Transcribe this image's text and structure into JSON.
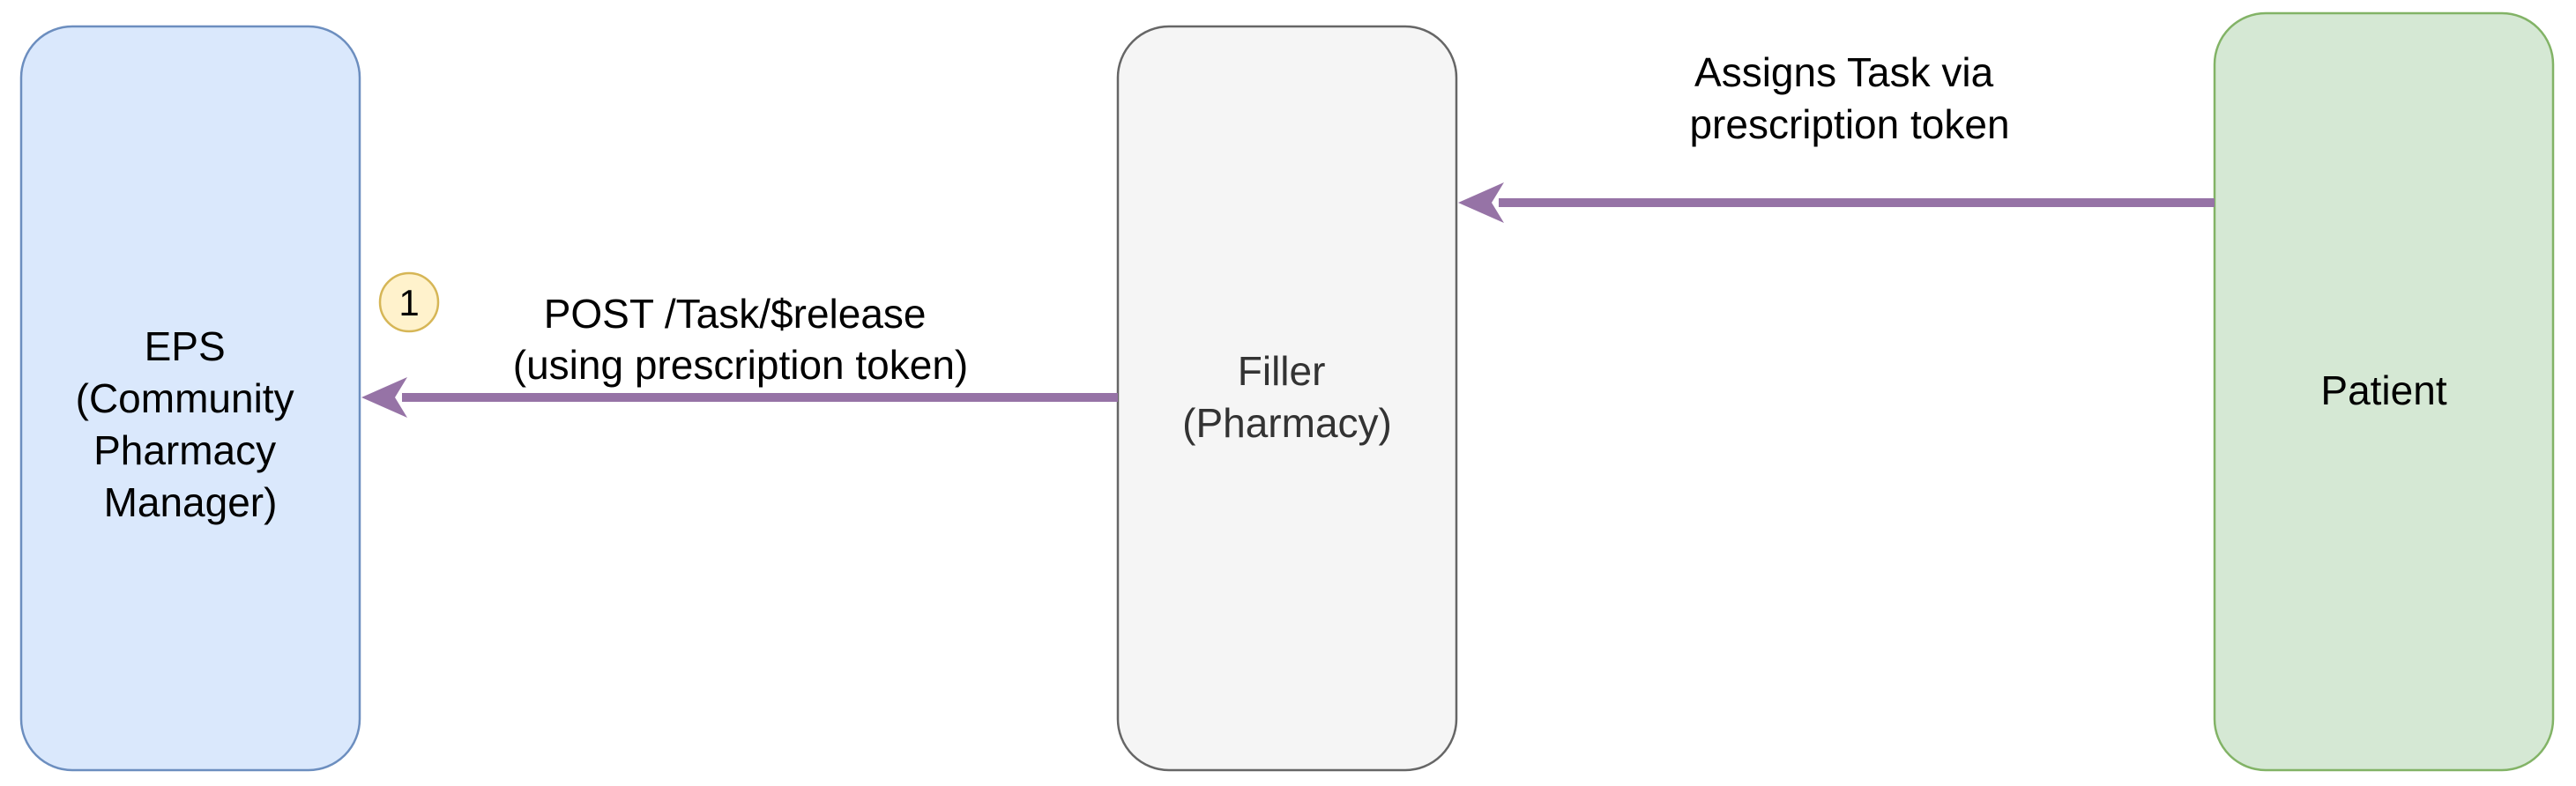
{
  "diagram": {
    "nodes": {
      "eps": {
        "label_lines": [
          "EPS",
          "(Community",
          "Pharmacy",
          "Manager)"
        ],
        "fill": "#dae8fc",
        "stroke": "#6c8ebf"
      },
      "filler": {
        "label_lines": [
          "Filler",
          "(Pharmacy)"
        ],
        "fill": "#f5f5f5",
        "stroke": "#666666"
      },
      "patient": {
        "label_lines": [
          "Patient"
        ],
        "fill": "#d5e8d4",
        "stroke": "#82b366"
      }
    },
    "edges": {
      "patient_to_filler": {
        "label_lines": [
          "Assigns Task via",
          "prescription token"
        ],
        "color": "#9673a6"
      },
      "filler_to_eps": {
        "label_lines": [
          "POST /Task/$release",
          "(using prescription token)"
        ],
        "color": "#9673a6"
      }
    },
    "step_badge": {
      "number": "1",
      "fill": "#fff2cc",
      "stroke": "#d6b656"
    }
  }
}
